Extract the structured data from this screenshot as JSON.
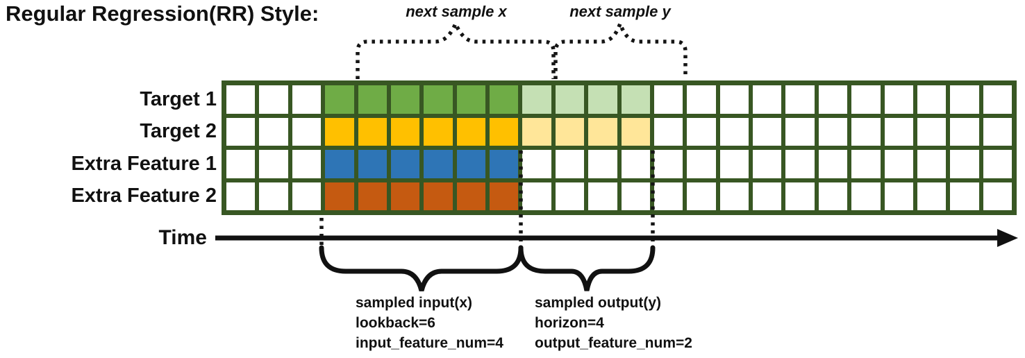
{
  "title": "Regular Regression(RR) Style:",
  "annotations": {
    "next_sample_x": "next sample x",
    "next_sample_y": "next sample y"
  },
  "grid": {
    "columns": 24,
    "input_start_col": 3,
    "lookback": 6,
    "horizon": 4,
    "border_color": "#385723",
    "empty_cell_color": "#ffffff",
    "rows": [
      {
        "label": "Target 1",
        "color": "#6FAC46",
        "light_color": "#C5E0B4",
        "has_output": true
      },
      {
        "label": "Target 2",
        "color": "#FFC000",
        "light_color": "#FFE699",
        "has_output": true
      },
      {
        "label": "Extra Feature 1",
        "color": "#2E75B6",
        "light_color": null,
        "has_output": false
      },
      {
        "label": "Extra Feature 2",
        "color": "#C55A11",
        "light_color": null,
        "has_output": false
      }
    ]
  },
  "time_axis": {
    "label": "Time",
    "color": "#111111"
  },
  "input_annotation": {
    "lines": [
      "sampled input(x)",
      "lookback=6",
      "input_feature_num=4"
    ]
  },
  "output_annotation": {
    "lines": [
      "sampled output(y)",
      "horizon=4",
      "output_feature_num=2"
    ]
  }
}
